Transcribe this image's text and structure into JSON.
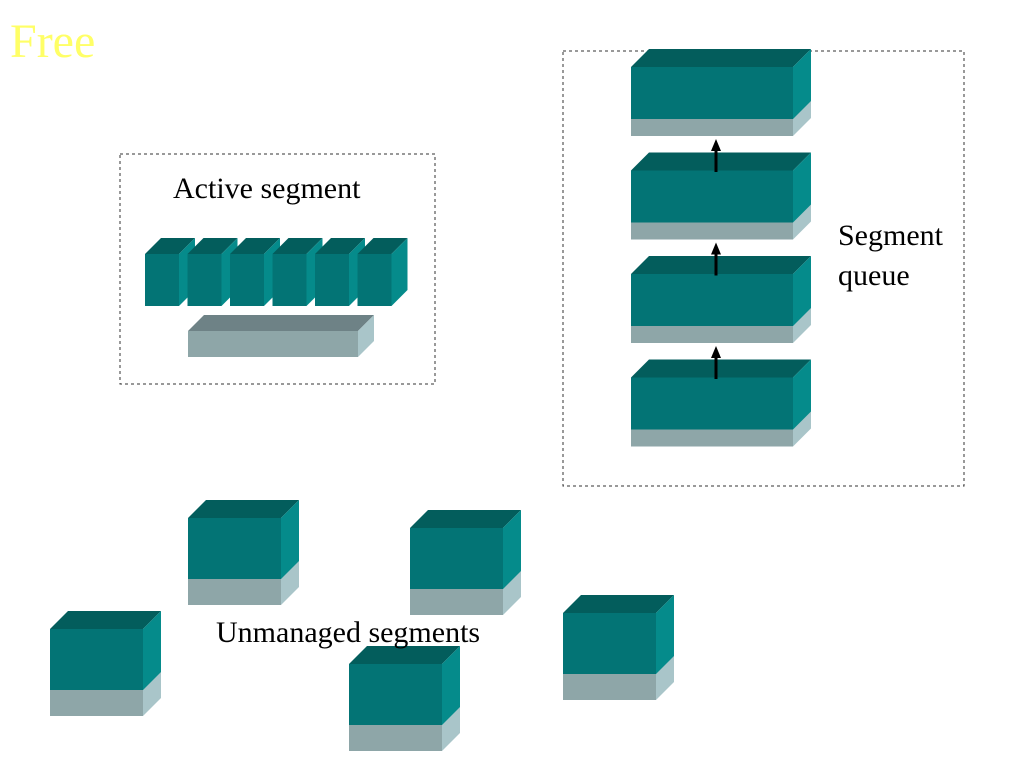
{
  "slide": {
    "title": "Free",
    "active_segment_label": "Active segment",
    "segment_queue_label": "Segment\nqueue",
    "unmanaged_segments_label": "Unmanaged segments"
  },
  "diagram": {
    "active_segment_block_count": 6,
    "segment_queue_block_count": 4,
    "unmanaged_segment_count": 5
  },
  "colors": {
    "title": "#ffff66",
    "teal_front": "#037475",
    "teal_top": "#035d5c",
    "teal_side": "#058b8b",
    "base_front": "#8ea6a8",
    "base_top": "#6e8286",
    "base_side": "#a9c5c9",
    "frame": "#333333",
    "arrow": "#000000"
  }
}
